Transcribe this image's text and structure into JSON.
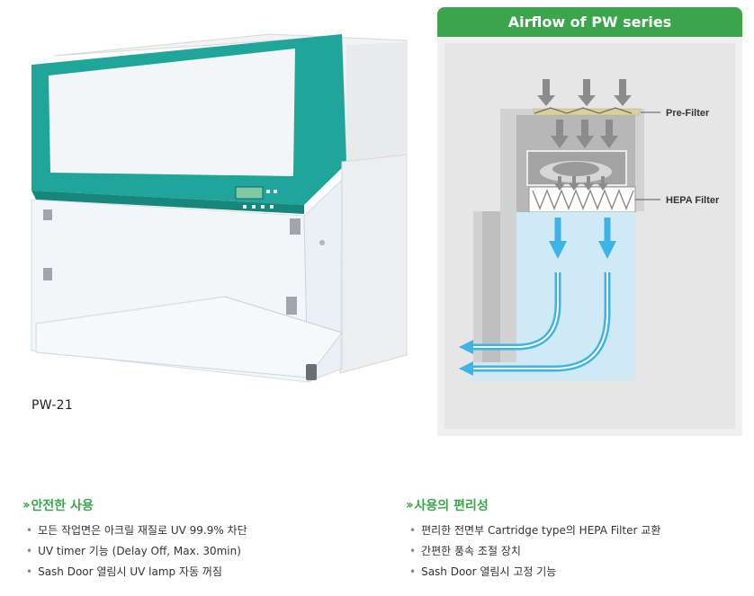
{
  "product": {
    "model": "PW-21"
  },
  "airflow": {
    "title": "Airflow of PW series",
    "labels": {
      "pre_filter": "Pre-Filter",
      "hepa_filter": "HEPA Filter"
    }
  },
  "features": {
    "left": {
      "title": "안전한 사용",
      "items": [
        "모든 작업면은 아크릴 재질로 UV 99.9% 차단",
        "UV timer 기능 (Delay Off, Max. 30min)",
        "Sash Door 열림시 UV lamp 자동 꺼짐"
      ]
    },
    "right": {
      "title": "사용의 편리성",
      "items": [
        "편리한 전면부 Cartridge type의 HEPA Filter 교환",
        "간편한 풍속 조절 장치",
        "Sash Door 열림시 고정 기능"
      ]
    }
  },
  "colors": {
    "accent_green": "#3aa54a",
    "cabinet_teal": "#1fa59a",
    "airflow_blue": "#3cb4e6",
    "filter_arrow_gray": "#8c8c8c"
  }
}
